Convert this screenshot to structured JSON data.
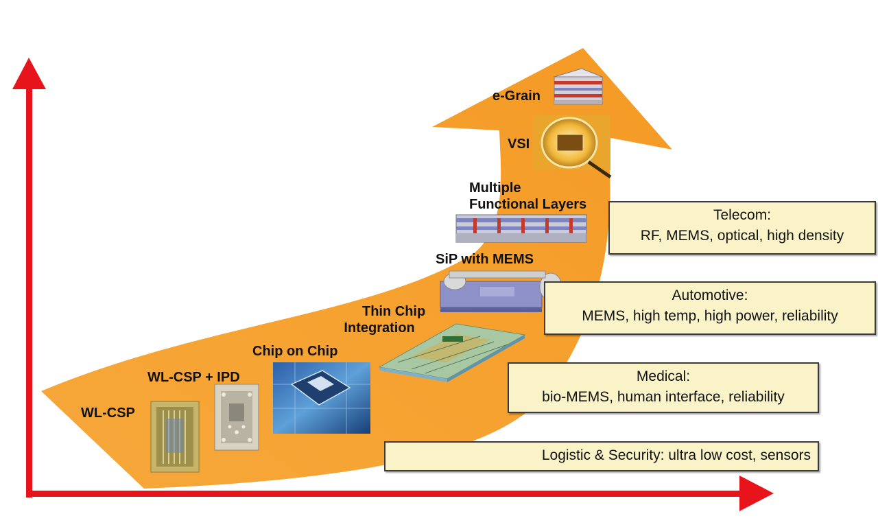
{
  "technologies": [
    {
      "label": "WL-CSP"
    },
    {
      "label": "WL-CSP + IPD"
    },
    {
      "label": "Chip on Chip"
    },
    {
      "label_line1": "Thin Chip",
      "label_line2": "Integration"
    },
    {
      "label": "SiP with MEMS"
    },
    {
      "label_line1": "Multiple",
      "label_line2": "Functional Layers"
    },
    {
      "label": "VSI"
    },
    {
      "label": "e-Grain"
    }
  ],
  "applications": [
    {
      "title": "Telecom:",
      "detail": "RF, MEMS, optical, high density"
    },
    {
      "title": "Automotive:",
      "detail": "MEMS, high temp, high power, reliability"
    },
    {
      "title": "Medical:",
      "detail": "bio-MEMS, human interface, reliability"
    },
    {
      "title": "Logistic & Security: ultra low cost, sensors"
    }
  ],
  "colors": {
    "axis": "#e8141b",
    "curve_arrow": "#f7a42f",
    "box_fill": "#fbf3c8"
  }
}
